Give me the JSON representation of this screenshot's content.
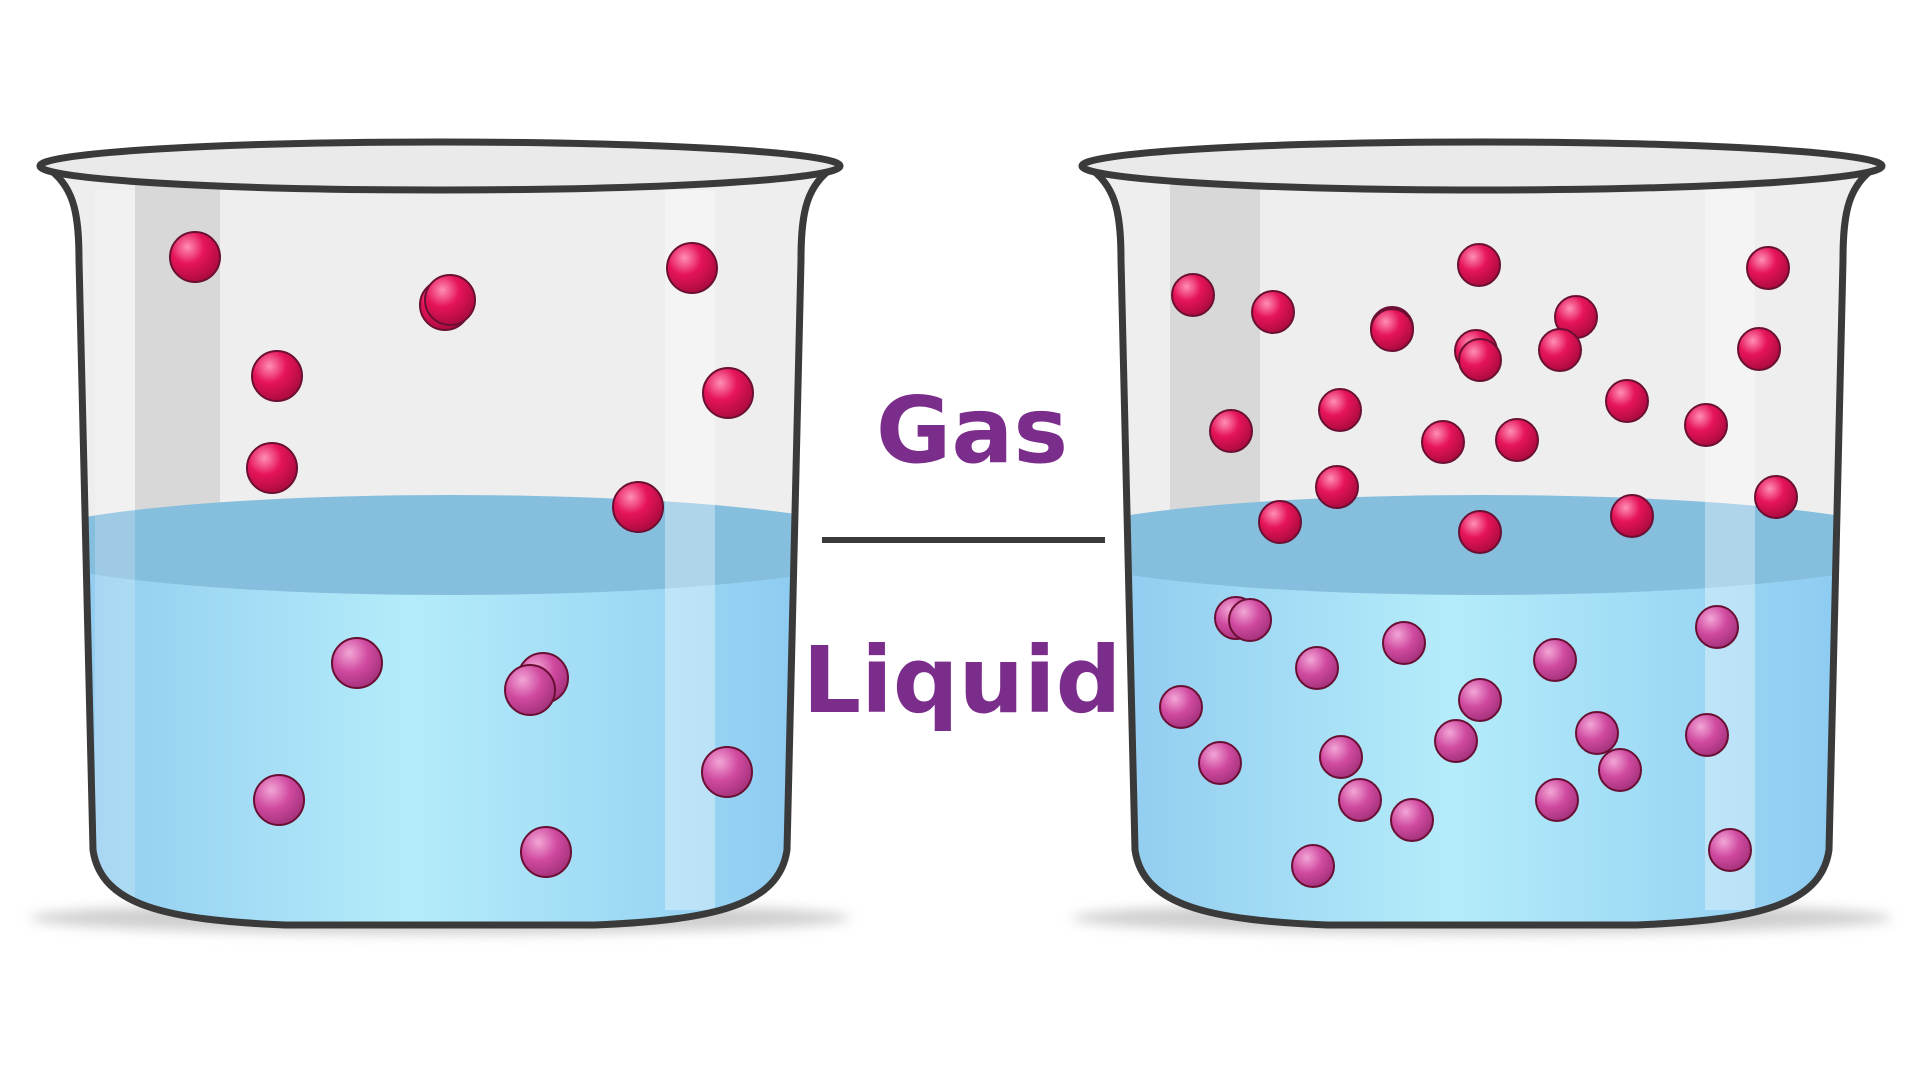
{
  "labels": {
    "top": "Gas",
    "bottom": "Liquid"
  },
  "colors": {
    "label": "#7b2d8b",
    "gas_particle": "#e6145a",
    "liquid_particle": "#d04aa0",
    "liquid": "#92cff2",
    "liquid_surface": "#86bedd",
    "glass": "#eeeeee",
    "outline": "#3a3a3a"
  },
  "beakers": [
    {
      "gas_particle_count": 8,
      "liquid_particle_count": 6
    },
    {
      "gas_particle_count": 22,
      "liquid_particle_count": 19
    }
  ]
}
